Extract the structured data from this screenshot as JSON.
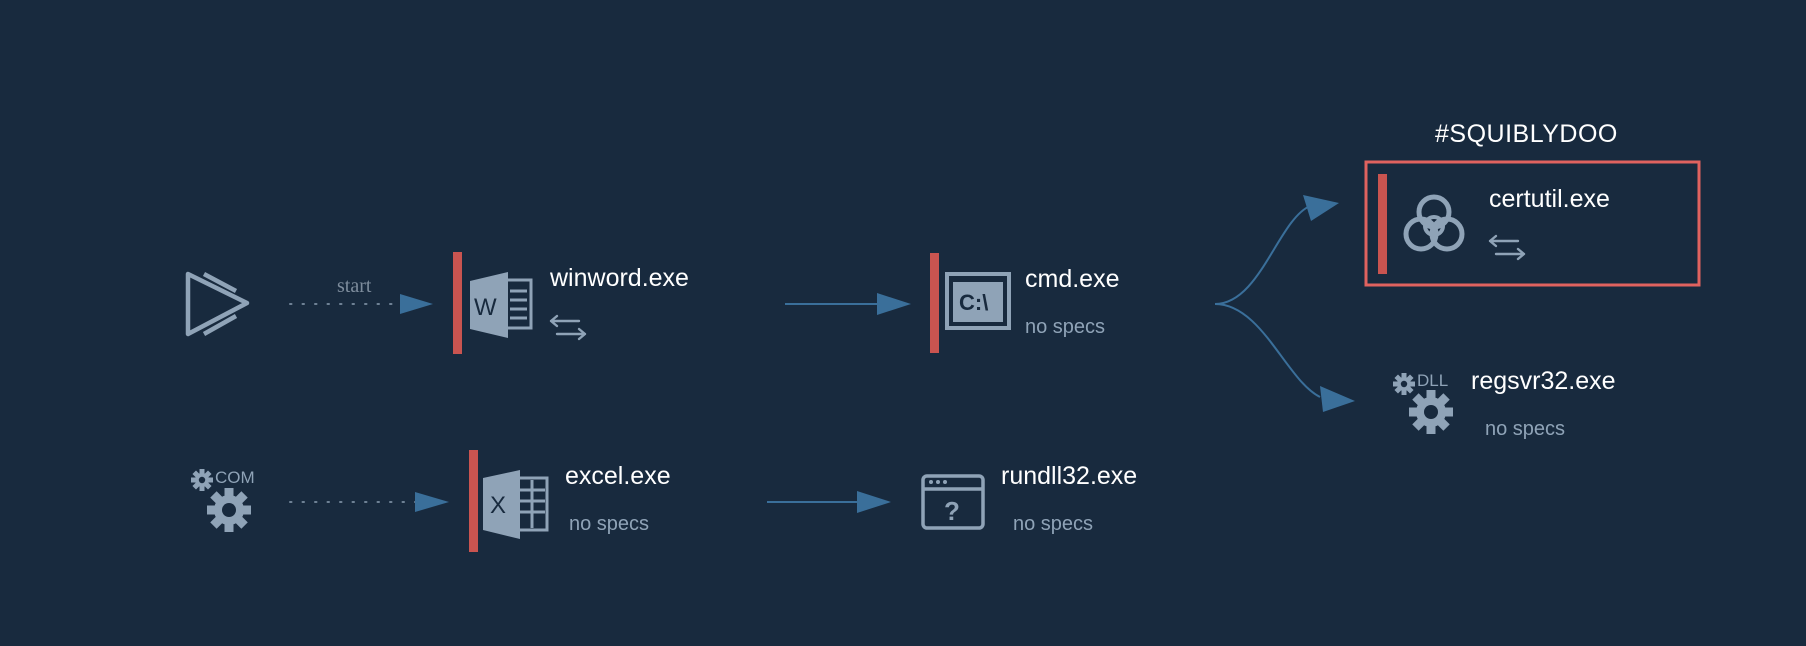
{
  "colors": {
    "background": "#182a3e",
    "edge": "#3a6f9a",
    "icon": "#8fa3b7",
    "marker": "#c95450",
    "highlight_box": "#e0625f"
  },
  "edges": {
    "start_label": "start"
  },
  "sources": {
    "launch": {
      "icon": "play-launch-icon"
    },
    "com": {
      "icon": "gear-com-icon",
      "badge": "COM"
    }
  },
  "nodes": {
    "winword": {
      "name": "winword.exe",
      "icon": "word-icon",
      "spec_icon": "network-arrows-icon"
    },
    "excel": {
      "name": "excel.exe",
      "spec": "no specs",
      "icon": "excel-icon"
    },
    "cmd": {
      "name": "cmd.exe",
      "spec": "no specs",
      "icon": "cmd-icon",
      "icon_text": "C:\\"
    },
    "rundll32": {
      "name": "rundll32.exe",
      "spec": "no specs",
      "icon": "unknown-window-icon",
      "icon_text": "?"
    },
    "certutil": {
      "name": "certutil.exe",
      "icon": "biohazard-icon",
      "spec_icon": "network-arrows-icon",
      "tag": "#SQUIBLYDOO"
    },
    "regsvr32": {
      "name": "regsvr32.exe",
      "spec": "no specs",
      "icon": "gear-dll-icon",
      "badge": "DLL"
    }
  }
}
